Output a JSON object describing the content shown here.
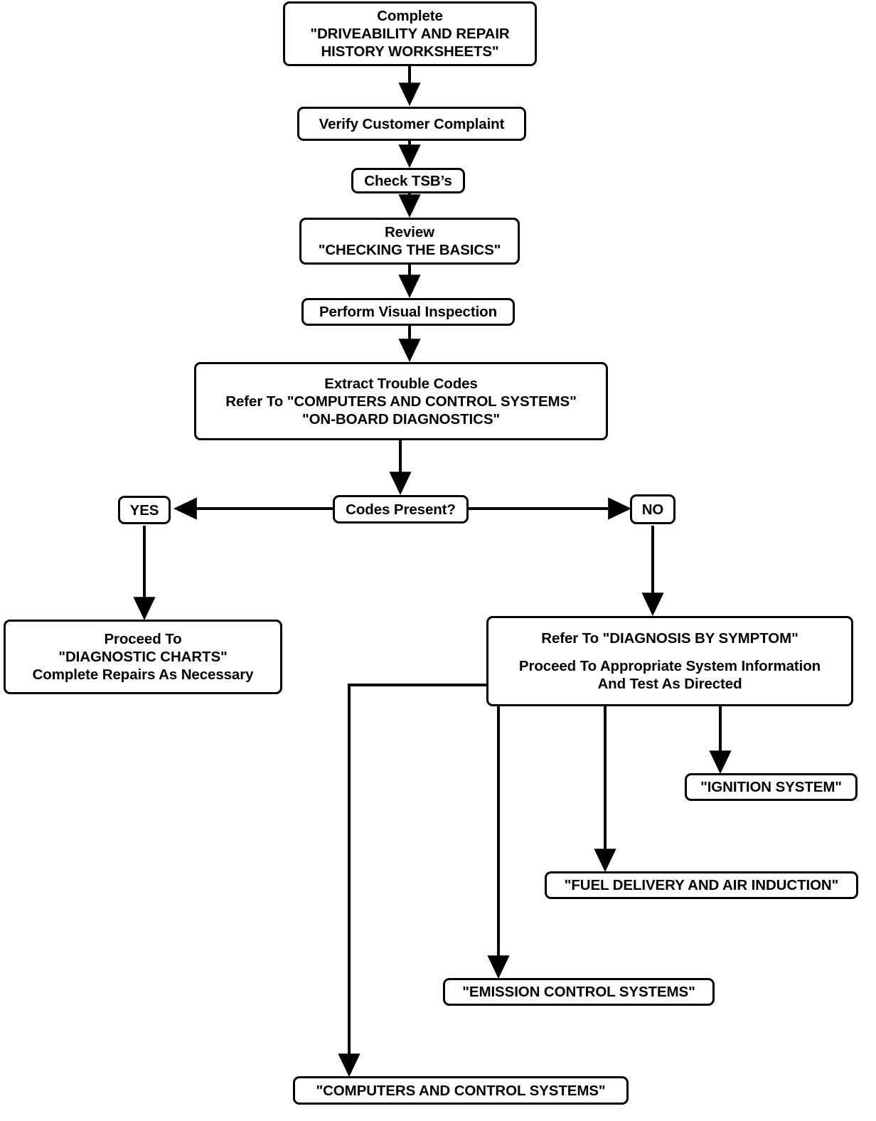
{
  "chart_data": {
    "type": "diagram",
    "title": "Driveability Diagnostic Procedure Flowchart",
    "nodes": [
      {
        "id": "worksheets",
        "lines": [
          "Complete",
          "\"DRIVEABILITY AND REPAIR",
          "HISTORY WORKSHEETS\""
        ]
      },
      {
        "id": "verify",
        "lines": [
          "Verify Customer Complaint"
        ]
      },
      {
        "id": "tsb",
        "lines": [
          "Check TSB’s"
        ]
      },
      {
        "id": "basics",
        "lines": [
          "Review",
          "\"CHECKING THE BASICS\""
        ]
      },
      {
        "id": "visual",
        "lines": [
          "Perform Visual Inspection"
        ]
      },
      {
        "id": "extract",
        "lines": [
          "Extract Trouble Codes",
          "Refer To \"COMPUTERS AND CONTROL SYSTEMS\"",
          "\"ON-BOARD DIAGNOSTICS\""
        ]
      },
      {
        "id": "decision",
        "lines": [
          "Codes Present?"
        ]
      },
      {
        "id": "yes",
        "lines": [
          "YES"
        ]
      },
      {
        "id": "no",
        "lines": [
          "NO"
        ]
      },
      {
        "id": "charts",
        "lines": [
          "Proceed To",
          "\"DIAGNOSTIC CHARTS\"",
          "Complete Repairs As Necessary"
        ]
      },
      {
        "id": "symptom",
        "lines": [
          "Refer To \"DIAGNOSIS BY SYMPTOM\"",
          "",
          "Proceed To Appropriate System Information",
          "And Test As Directed"
        ]
      },
      {
        "id": "ignition",
        "lines": [
          "\"IGNITION SYSTEM\""
        ]
      },
      {
        "id": "fuel",
        "lines": [
          "\"FUEL DELIVERY AND AIR INDUCTION\""
        ]
      },
      {
        "id": "emission",
        "lines": [
          "\"EMISSION CONTROL SYSTEMS\""
        ]
      },
      {
        "id": "computers",
        "lines": [
          "\"COMPUTERS AND CONTROL SYSTEMS\""
        ]
      }
    ],
    "edges": [
      {
        "from": "worksheets",
        "to": "verify",
        "label": ""
      },
      {
        "from": "verify",
        "to": "tsb",
        "label": ""
      },
      {
        "from": "tsb",
        "to": "basics",
        "label": ""
      },
      {
        "from": "basics",
        "to": "visual",
        "label": ""
      },
      {
        "from": "visual",
        "to": "extract",
        "label": ""
      },
      {
        "from": "extract",
        "to": "decision",
        "label": ""
      },
      {
        "from": "decision",
        "to": "yes",
        "label": "YES"
      },
      {
        "from": "decision",
        "to": "no",
        "label": "NO"
      },
      {
        "from": "yes",
        "to": "charts",
        "label": ""
      },
      {
        "from": "no",
        "to": "symptom",
        "label": ""
      },
      {
        "from": "symptom",
        "to": "ignition",
        "label": ""
      },
      {
        "from": "symptom",
        "to": "fuel",
        "label": ""
      },
      {
        "from": "symptom",
        "to": "emission",
        "label": ""
      },
      {
        "from": "symptom",
        "to": "computers",
        "label": ""
      }
    ],
    "colors": {
      "stroke": "#000000",
      "fill": "#ffffff",
      "text": "#000000"
    }
  },
  "nodes": {
    "worksheets": {
      "l0": "Complete",
      "l1": "\"DRIVEABILITY AND REPAIR",
      "l2": "HISTORY WORKSHEETS\""
    },
    "verify": {
      "l0": "Verify Customer Complaint"
    },
    "tsb": {
      "l0": "Check TSB’s"
    },
    "basics": {
      "l0": "Review",
      "l1": "\"CHECKING THE BASICS\""
    },
    "visual": {
      "l0": "Perform Visual Inspection"
    },
    "extract": {
      "l0": "Extract Trouble Codes",
      "l1": "Refer To \"COMPUTERS AND CONTROL SYSTEMS\"",
      "l2": "\"ON-BOARD DIAGNOSTICS\""
    },
    "decision": {
      "l0": "Codes Present?"
    },
    "yes": {
      "l0": "YES"
    },
    "no": {
      "l0": "NO"
    },
    "charts": {
      "l0": "Proceed To",
      "l1": "\"DIAGNOSTIC CHARTS\"",
      "l2": "Complete Repairs As Necessary"
    },
    "symptom": {
      "l0": "Refer To \"DIAGNOSIS BY SYMPTOM\"",
      "l1": "Proceed To Appropriate System Information",
      "l2": "And Test As Directed"
    },
    "ignition": {
      "l0": "\"IGNITION SYSTEM\""
    },
    "fuel": {
      "l0": "\"FUEL DELIVERY AND AIR INDUCTION\""
    },
    "emission": {
      "l0": "\"EMISSION CONTROL SYSTEMS\""
    },
    "computers": {
      "l0": "\"COMPUTERS AND CONTROL SYSTEMS\""
    }
  }
}
